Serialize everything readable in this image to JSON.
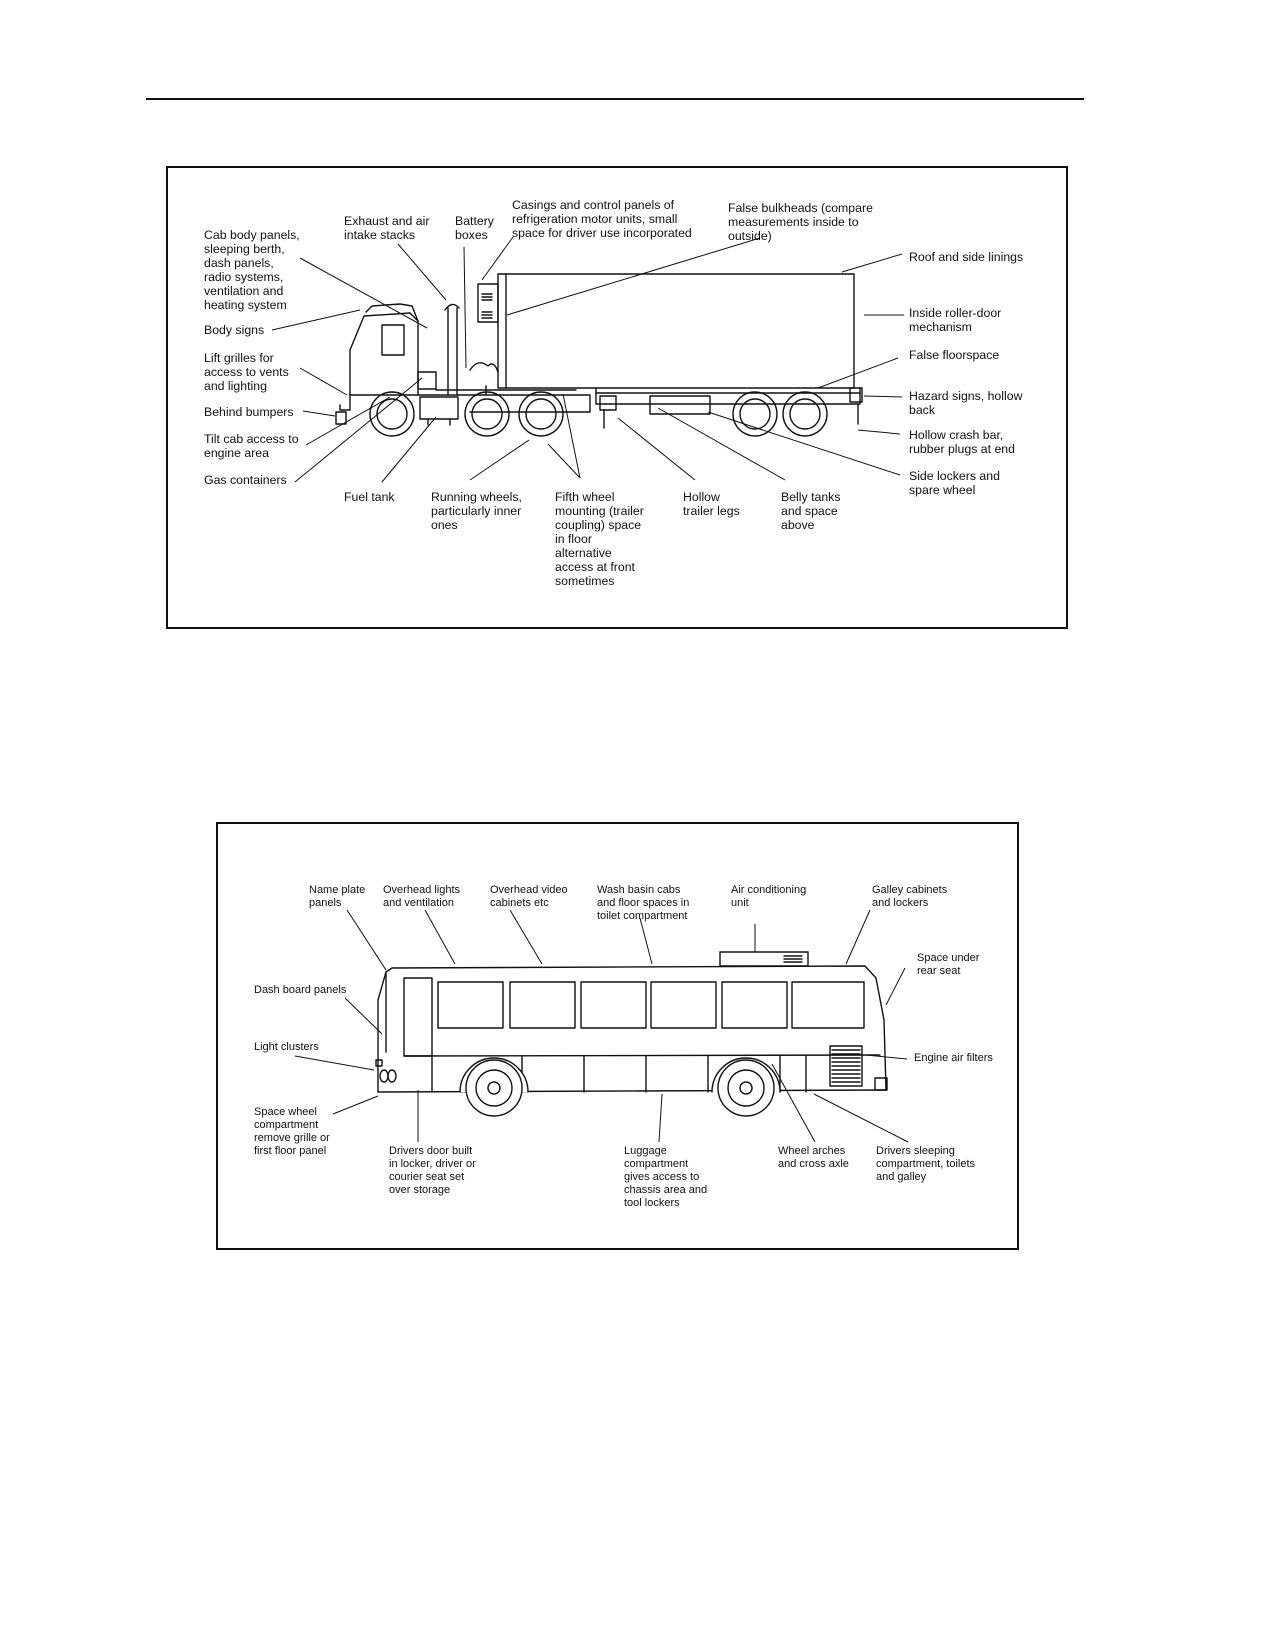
{
  "truck": {
    "labels": {
      "cab_body": "Cab body panels,\nsleeping berth,\ndash panels,\nradio systems,\nventilation and\nheating system",
      "exhaust": "Exhaust and air\nintake stacks",
      "battery": "Battery\nboxes",
      "casings": "Casings and control panels of\nrefrigeration motor units, small\nspace for driver use incorporated",
      "false_bulkheads": "False bulkheads (compare\nmeasurements inside to\noutside)",
      "roof_linings": "Roof and side linings",
      "body_signs": "Body signs",
      "roller_door": "Inside roller-door\nmechanism",
      "lift_grilles": "Lift grilles for\naccess to vents\nand lighting",
      "false_floor": "False floorspace",
      "behind_bumpers": "Behind bumpers",
      "hazard_signs": "Hazard signs, hollow\nback",
      "tilt_cab": "Tilt cab access to\nengine area",
      "crash_bar": "Hollow crash bar,\nrubber plugs at end",
      "gas_containers": "Gas containers",
      "side_lockers": "Side lockers and\nspare wheel",
      "fuel_tank": "Fuel tank",
      "running_wheels": "Running wheels,\nparticularly inner\nones",
      "fifth_wheel": "Fifth wheel\nmounting (trailer\ncoupling) space\nin floor\nalternative\naccess at front\nsometimes",
      "trailer_legs": "Hollow\ntrailer legs",
      "belly_tanks": "Belly tanks\nand space\nabove"
    }
  },
  "bus": {
    "labels": {
      "name_plate": "Name plate\npanels",
      "overhead_lights": "Overhead lights\nand ventilation",
      "overhead_video": "Overhead video\ncabinets etc",
      "wash_basin": "Wash basin cabs\nand floor spaces in\ntoilet compartment",
      "air_conditioning": "Air conditioning\nunit",
      "galley_cabinets": "Galley cabinets\nand lockers",
      "rear_seat": "Space under\nrear seat",
      "dash_board": "Dash board panels",
      "engine_filters": "Engine air filters",
      "light_clusters": "Light clusters",
      "spare_wheel": "Space wheel\ncompartment\nremove grille or\nfirst floor panel",
      "drivers_door": "Drivers door built\nin locker, driver or\ncourier seat set\nover storage",
      "luggage": "Luggage\ncompartment\ngives access to\nchassis area and\ntool lockers",
      "wheel_arches": "Wheel arches\nand cross axle",
      "sleeping": "Drivers sleeping\ncompartment, toilets\nand galley"
    }
  }
}
